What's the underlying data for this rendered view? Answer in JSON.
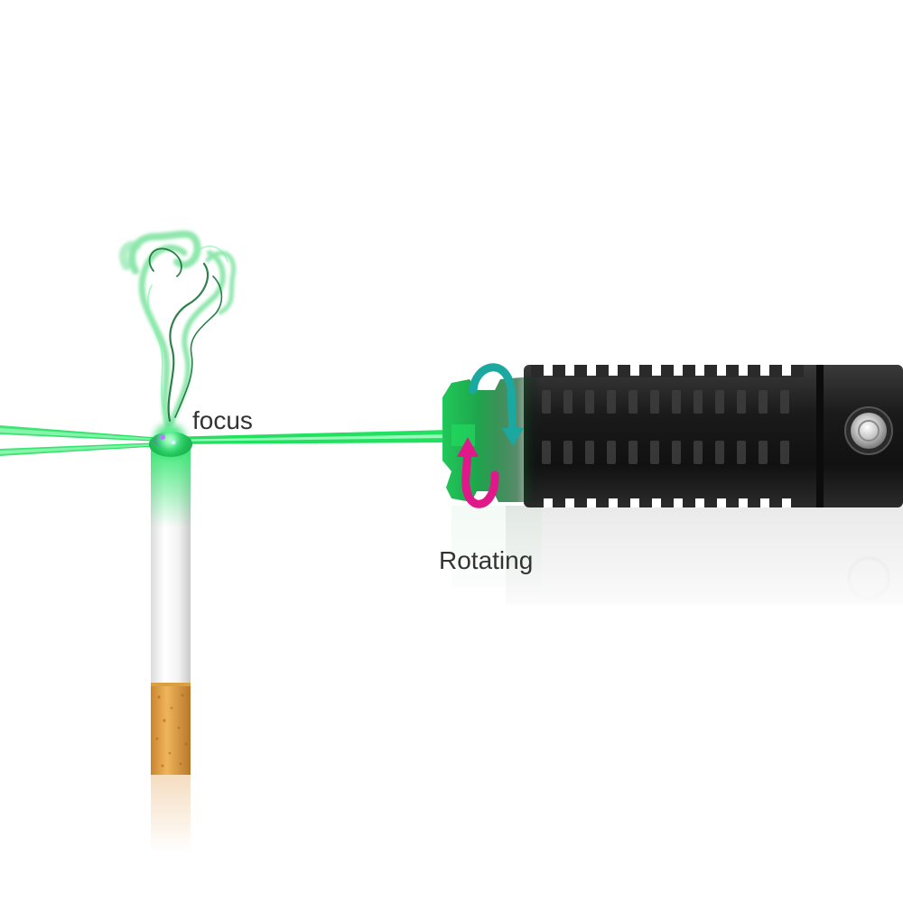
{
  "labels": {
    "focus": "focus",
    "rotating": "Rotating"
  },
  "colors": {
    "laser_green": "#22e060",
    "arrow_teal": "#1aa8a0",
    "arrow_magenta": "#e0188a",
    "laser_body": "#1c1c1c",
    "filter": "#e3a040"
  },
  "icons": {
    "rotate_arrow_top": "curved-arrow-teal",
    "rotate_arrow_bottom": "curved-arrow-magenta",
    "power_button": "round-metal-button"
  }
}
